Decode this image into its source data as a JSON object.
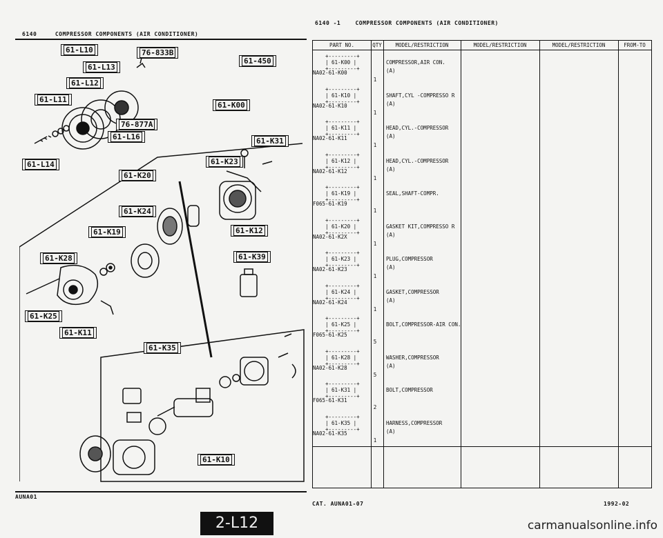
{
  "header_left": {
    "code": "6140",
    "title": "COMPRESSOR COMPONENTS (AIR CONDITIONER)"
  },
  "header_right": {
    "code": "6140 -1",
    "title": "COMPRESSOR COMPONENTS (AIR CONDITIONER)"
  },
  "table_headers": [
    "PART NO.",
    "QTY",
    "MODEL/RESTRICTION",
    "MODEL/RESTRICTION",
    "MODEL/RESTRICTION",
    "FROM-TO"
  ],
  "callouts": [
    "61-L10",
    "76-833B",
    "61-L13",
    "61-L12",
    "61-L11",
    "61-450",
    "61-K00",
    "76-877A",
    "61-L16",
    "61-L14",
    "61-K31",
    "61-K23",
    "61-K20",
    "61-K24",
    "61-K12",
    "61-K19",
    "61-K28",
    "61-K39",
    "61-K25",
    "61-K11",
    "61-K35",
    "61-K10"
  ],
  "parts": [
    {
      "ref": "61-K00",
      "part_no": "NA02-61-K00",
      "qty": "1",
      "desc": "COMPRESSOR,AIR CON.",
      "note": "(A)"
    },
    {
      "ref": "61-K10",
      "part_no": "NA02-61-K10",
      "qty": "1",
      "desc": "SHAFT,CYL -COMPRESSO R",
      "note": "(A)"
    },
    {
      "ref": "61-K11",
      "part_no": "NA02-61-K11",
      "qty": "1",
      "desc": "HEAD,CYL.-COMPRESSOR",
      "note": "(A)"
    },
    {
      "ref": "61-K12",
      "part_no": "NA02-61-K12",
      "qty": "1",
      "desc": "HEAD,CYL.-COMPRESSOR",
      "note": "(A)"
    },
    {
      "ref": "61-K19",
      "part_no": "F065-61-K19",
      "qty": "1",
      "desc": "SEAL,SHAFT-COMPR.",
      "note": ""
    },
    {
      "ref": "61-K20",
      "part_no": "NA02-61-K2X",
      "qty": "1",
      "desc": "GASKET KIT,COMPRESSO R",
      "note": "(A)"
    },
    {
      "ref": "61-K23",
      "part_no": "NA02-61-K23",
      "qty": "1",
      "desc": "PLUG,COMPRESSOR",
      "note": "(A)"
    },
    {
      "ref": "61-K24",
      "part_no": "NA02-61-K24",
      "qty": "1",
      "desc": "GASKET,COMPRESSOR",
      "note": "(A)"
    },
    {
      "ref": "61-K25",
      "part_no": "F065-61-K25",
      "qty": "5",
      "desc": "BOLT,COMPRESSOR-AIR CON.",
      "note": ""
    },
    {
      "ref": "61-K28",
      "part_no": "NA02-61-K28",
      "qty": "5",
      "desc": "WASHER,COMPRESSOR",
      "note": "(A)"
    },
    {
      "ref": "61-K31",
      "part_no": "F065-61-K31",
      "qty": "2",
      "desc": "BOLT,COMPRESSOR",
      "note": ""
    },
    {
      "ref": "61-K35",
      "part_no": "NA02-61-K35",
      "qty": "1",
      "desc": "HARNESS,COMPRESSOR",
      "note": "(A)"
    }
  ],
  "footer_left": "AUNA01",
  "footer_mid": "CAT. AUNA01-07",
  "footer_right": "1992-02",
  "page_tab": "2-L12",
  "watermark": "carmanualsonline.info"
}
